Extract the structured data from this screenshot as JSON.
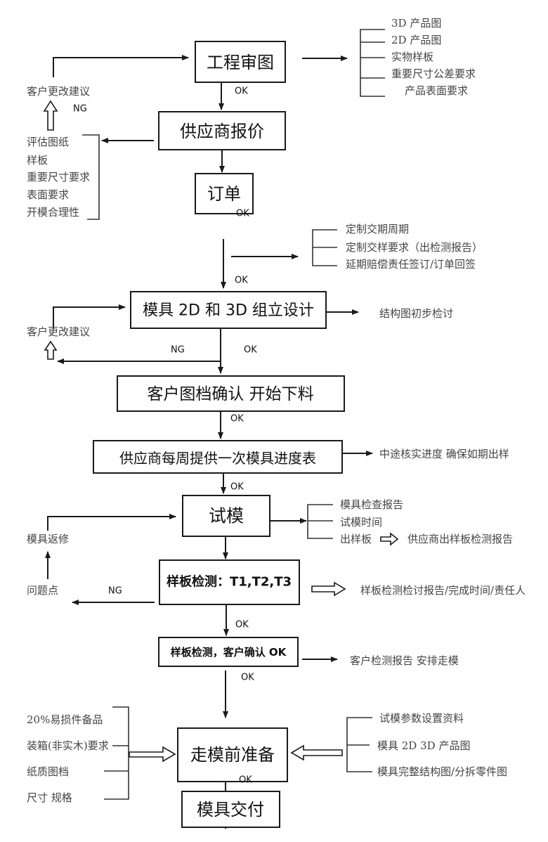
{
  "nodes": {
    "engineering_review": "工程审图",
    "supplier_quote": "供应商报价",
    "order": "订单",
    "mold_design": "模具 2D 和 3D 组立设计",
    "customer_confirm": "客户图档确认  开始下料",
    "weekly_progress": "供应商每周提供一次模具进度表",
    "trial_mold": "试模",
    "sample_inspection": "样板检测：T1,T2,T3",
    "sample_customer_ok": "样板检测，客户确认 OK",
    "pre_shipment_prep": "走模前准备",
    "mold_delivery": "模具交付"
  },
  "labels": {
    "ok": "OK",
    "ng": "NG"
  },
  "notes": {
    "customer_change_1": "客户更改建议",
    "customer_change_2": "客户更改建议",
    "review_items": [
      "3D 产品图",
      "2D 产品图",
      "实物样板",
      "重要尺寸公差要求",
      "产品表面要求"
    ],
    "quote_items": [
      "评估图纸",
      "样板",
      "重要尺寸要求",
      "表面要求",
      "开模合理性"
    ],
    "order_items": [
      "定制交期周期",
      "定制交样要求（出检测报告）",
      "延期赔偿责任签订/订单回签"
    ],
    "design_note": "结构图初步检讨",
    "progress_note": "中途核实进度  确保如期出样",
    "trial_items": [
      "模具检查报告",
      "试模时间",
      "出样板"
    ],
    "trial_sample_report": "供应商出样板检测报告",
    "mold_repair": "模具返修",
    "problem_points": "问题点",
    "inspection_report": "样板检测检讨报告/完成时间/责任人",
    "customer_report": "客户检测报告  安排走模",
    "prep_left_items": [
      "20%易损件备品",
      "装箱(非实木)要求",
      "纸质图档",
      "尺寸  规格"
    ],
    "prep_right_items": [
      "试模参数设置资料",
      "模具 2D 3D 产品图",
      "模具完整结构图/分拆零件图"
    ]
  }
}
